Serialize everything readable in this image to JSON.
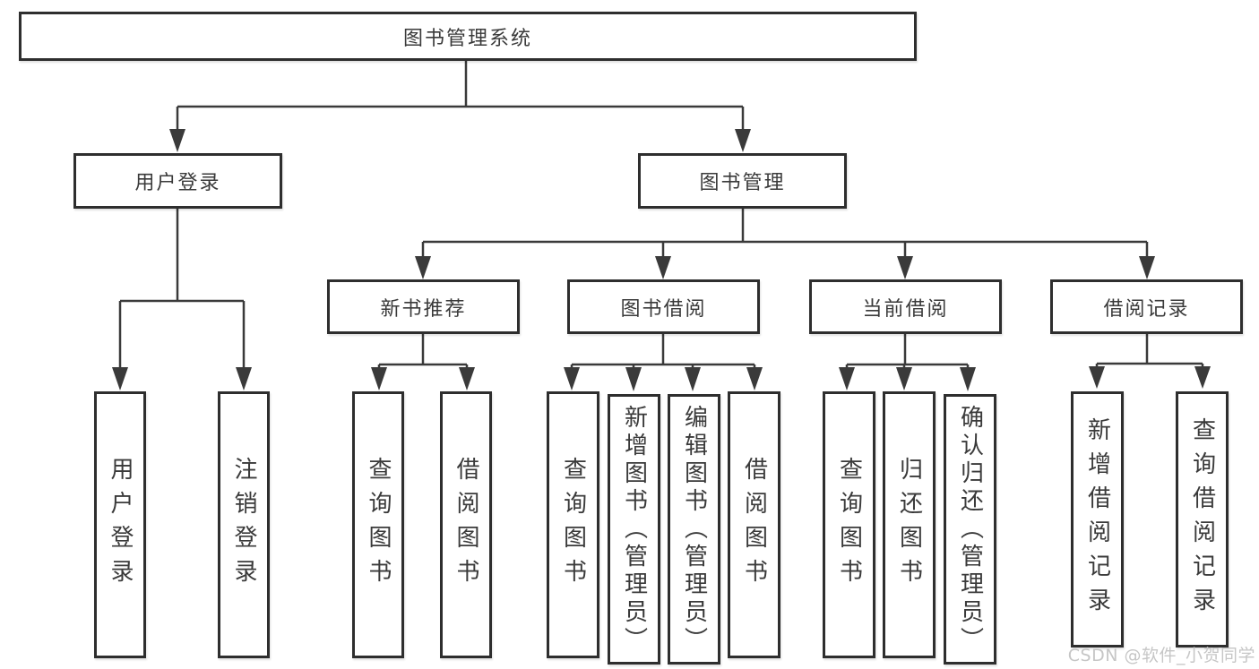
{
  "diagram": {
    "root": "图书管理系统",
    "user_login": {
      "label": "用户登录",
      "children": [
        "用户登录",
        "注销登录"
      ]
    },
    "book_mgmt": {
      "label": "图书管理",
      "sections": [
        {
          "label": "新书推荐",
          "children": [
            "查询图书",
            "借阅图书"
          ]
        },
        {
          "label": "图书借阅",
          "children": [
            "查询图书",
            "新增图书（管理员）",
            "编辑图书（管理员）",
            "借阅图书"
          ]
        },
        {
          "label": "当前借阅",
          "children": [
            "查询图书",
            "归还图书",
            "确认归还（管理员）"
          ]
        },
        {
          "label": "借阅记录",
          "children": [
            "新增借阅记录",
            "查询借阅记录"
          ]
        }
      ]
    },
    "watermark": "CSDN @软件_小贺同学",
    "colors": {
      "line": "#3a3a3a",
      "box_border": "#2e2e2e",
      "box_fill": "#ffffff",
      "text": "#3a3a3a",
      "watermark": "#c6c6c6",
      "background": "#ffffff"
    }
  }
}
